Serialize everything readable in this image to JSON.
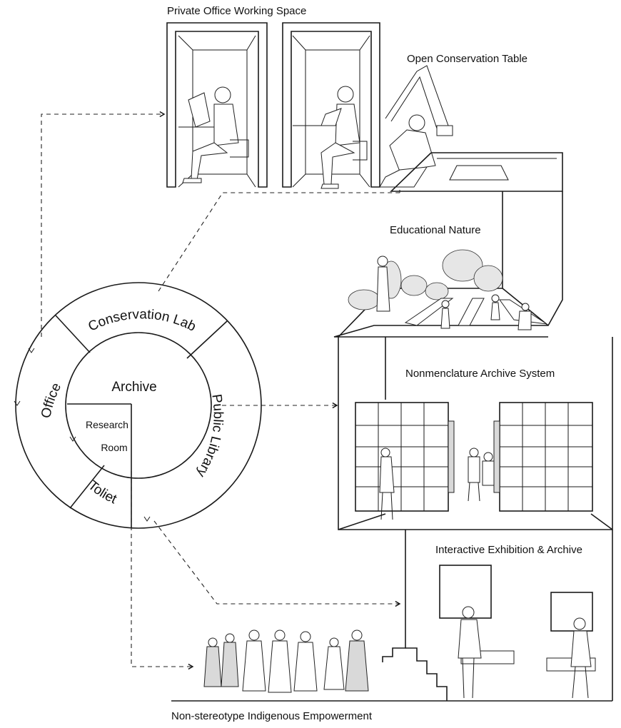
{
  "labels": {
    "private_office": "Private Office Working Space",
    "open_conservation": "Open Conservation Table",
    "educational_nature": "Educational Nature",
    "nomenclature_archive": "Nonmenclature Archive System",
    "interactive_exhibition": "Interactive Exhibition & Archive",
    "indigenous_empowerment": "Non-stereotype Indigenous Empowerment"
  },
  "ring": {
    "conservation_lab": "Conservation Lab",
    "public_library": "Public Library",
    "office": "Office",
    "toilet": "Toliet"
  },
  "core": {
    "archive": "Archive",
    "research": "Research",
    "room": "Room"
  }
}
